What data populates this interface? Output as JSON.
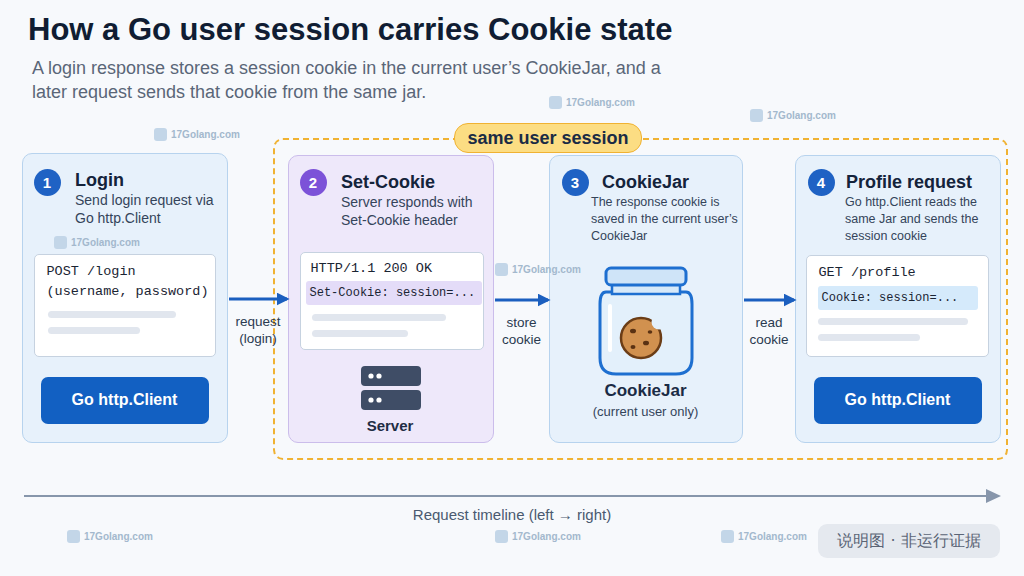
{
  "diagram": {
    "title": "How a Go user session carries Cookie state",
    "caption": "A login response stores a session cookie in the current user’s CookieJar, and a later request sends that cookie from the same jar.",
    "nodes": [
      {
        "text": [
          "Login",
          "Send login request via Go http.Client"
        ]
      },
      {
        "text": [
          "1"
        ],
        "in": 0
      },
      {
        "text": [
          "POST /login",
          "(username, password)"
        ],
        "in": 0
      },
      {
        "text": [
          "Go http.Client"
        ],
        "in": 0
      },
      {
        "text": [
          "same user session"
        ]
      },
      {
        "text": [
          "Set-Cookie",
          "Server responds with Set-Cookie header",
          "Server"
        ],
        "in": 4
      },
      {
        "text": [
          "2"
        ],
        "in": 5
      },
      {
        "text": [
          "HTTP/1.1 200 OK",
          "Set-Cookie: session=..."
        ],
        "in": 5
      },
      {
        "text": [
          "CookieJar",
          "The response cookie is saved in the current user’s CookieJar",
          "CookieJar",
          "(current user only)"
        ],
        "in": 4
      },
      {
        "text": [
          "3"
        ],
        "in": 8
      },
      {
        "text": [
          "Profile request",
          "Go http.Client reads the same Jar and sends the session cookie"
        ],
        "in": 4
      },
      {
        "text": [
          "4"
        ],
        "in": 10
      },
      {
        "text": [
          "GET /profile",
          "Cookie: session=..."
        ],
        "in": 10
      },
      {
        "text": [
          "Go http.Client"
        ],
        "in": 10
      },
      {
        "text": [
          "说明图 · 非运行证据"
        ]
      }
    ],
    "edges": [
      {
        "from": 0,
        "to": 5,
        "arrow": "to",
        "label": "request (login)"
      },
      {
        "from": 5,
        "to": 8,
        "arrow": "to",
        "label": "store cookie"
      },
      {
        "from": 8,
        "to": 10,
        "arrow": "to",
        "label": "read cookie"
      }
    ],
    "labels": [
      "17Golang.com",
      "17Golang.com",
      "17Golang.com",
      "17Golang.com",
      "17Golang.com",
      "17Golang.com",
      "17Golang.com",
      "17Golang.com",
      "Request timeline (left → right)"
    ]
  }
}
